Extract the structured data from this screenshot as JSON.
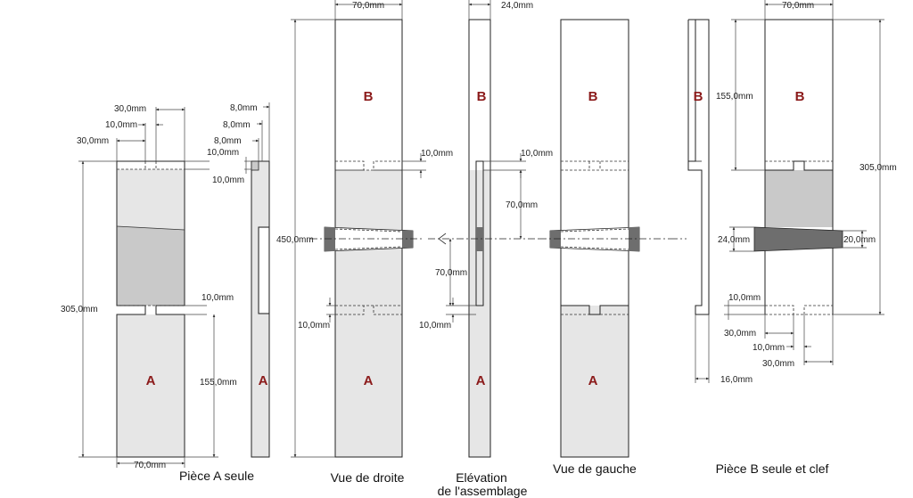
{
  "captions": {
    "piece_a": "Pièce A seule",
    "vue_droite": "Vue de droite",
    "elevation_line1": "Elévation",
    "elevation_line2": "de l'assemblage",
    "vue_gauche": "Vue de gauche",
    "piece_b": "Pièce B seule et clef"
  },
  "labels": {
    "a": "A",
    "b": "B"
  },
  "dims": {
    "d30": "30,0mm",
    "d10": "10,0mm",
    "d8": "8,0mm",
    "d305": "305,0mm",
    "d155": "155,0mm",
    "d70": "70,0mm",
    "d450": "450,0mm",
    "d24": "24,0mm",
    "d20": "20,0mm",
    "d16": "16,0mm"
  },
  "colors": {
    "piece_a_fill": "#e6e6e6",
    "middle_fill": "#c9c9c9",
    "key_fill": "#6e6e6e",
    "letter_color": "#8b1a1a"
  }
}
